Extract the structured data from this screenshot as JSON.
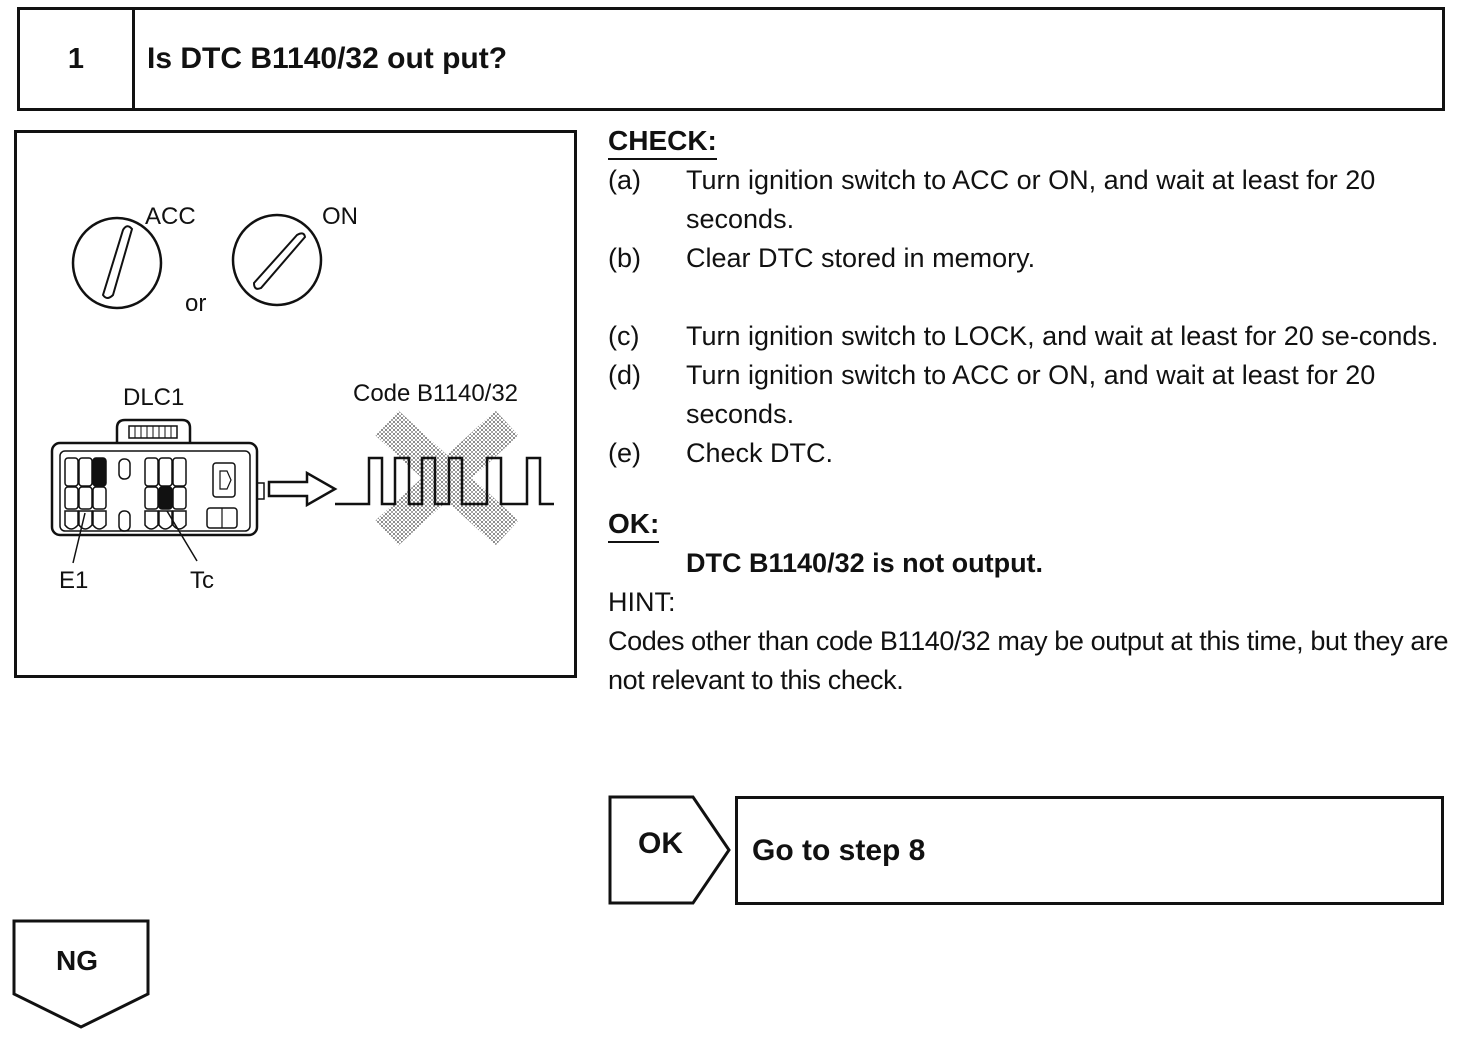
{
  "step": {
    "number": "1",
    "title": "Is DTC B1140/32 out put?"
  },
  "figure": {
    "acc_label": "ACC",
    "on_label": "ON",
    "or_label": "or",
    "dlc_label": "DLC1",
    "code_label": "Code B1140/32",
    "e1_label": "E1",
    "tc_label": "Tc"
  },
  "check": {
    "heading": "CHECK:",
    "items": [
      {
        "marker": "(a)",
        "text": "Turn ignition switch to ACC or ON, and wait at least for 20 seconds."
      },
      {
        "marker": "(b)",
        "text": "Clear DTC stored in memory."
      },
      {
        "marker": "(c)",
        "text": "Turn ignition switch to LOCK, and wait at least for 20 se-conds."
      },
      {
        "marker": "(d)",
        "text": "Turn ignition switch to ACC or ON, and wait at least for 20 seconds."
      },
      {
        "marker": "(e)",
        "text": "Check DTC."
      }
    ]
  },
  "ok": {
    "heading": "OK:",
    "result": "DTC B1140/32 is not output.",
    "hint_label": "HINT:",
    "hint_text": "Codes other than code B1140/32 may be output at this time, but they are not relevant to this check."
  },
  "flow": {
    "ok_label": "OK",
    "goto_text": "Go to step 8",
    "ng_label": "NG"
  }
}
